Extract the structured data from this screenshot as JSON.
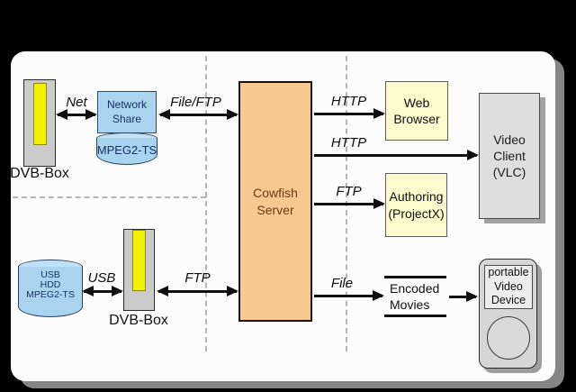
{
  "diagram": {
    "nodes": {
      "dvb_box_top": "DVB-Box",
      "network_share": "Network\nShare",
      "mpeg2_ts": "MPEG2-TS",
      "cowfish_server": "Cowfish\nServer",
      "web_browser": "Web\nBrowser",
      "video_client": "Video\nClient\n(VLC)",
      "authoring": "Authoring\n(ProjectX)",
      "encoded_movies": "Encoded\nMovies",
      "portable_device": "portable\nVideo\nDevice",
      "usb_hdd": "USB\nHDD\nMPEG2-TS",
      "dvb_box_bottom": "DVB-Box"
    },
    "edges": {
      "net": "Net",
      "file_ftp": "File/FTP",
      "http_browser": "HTTP",
      "http_client": "HTTP",
      "ftp_authoring": "FTP",
      "file_movies": "File",
      "usb": "USB",
      "ftp_server": "FTP"
    },
    "colors": {
      "background": "#000000",
      "panel": "#FCFCFC",
      "panel_shadow": "#858585",
      "server_fill": "#F7C890",
      "server_text": "#6B3A12",
      "storage_blue": "#A9D3EE",
      "client_yellow": "#FBFBCD",
      "device_gray": "#D6D6D6",
      "dvb_gray": "#CBCBCB",
      "dvb_slot_yellow": "#F2F200",
      "arrow_black": "#0F0F0F",
      "dashed_divider": "#B4B4B4"
    }
  }
}
